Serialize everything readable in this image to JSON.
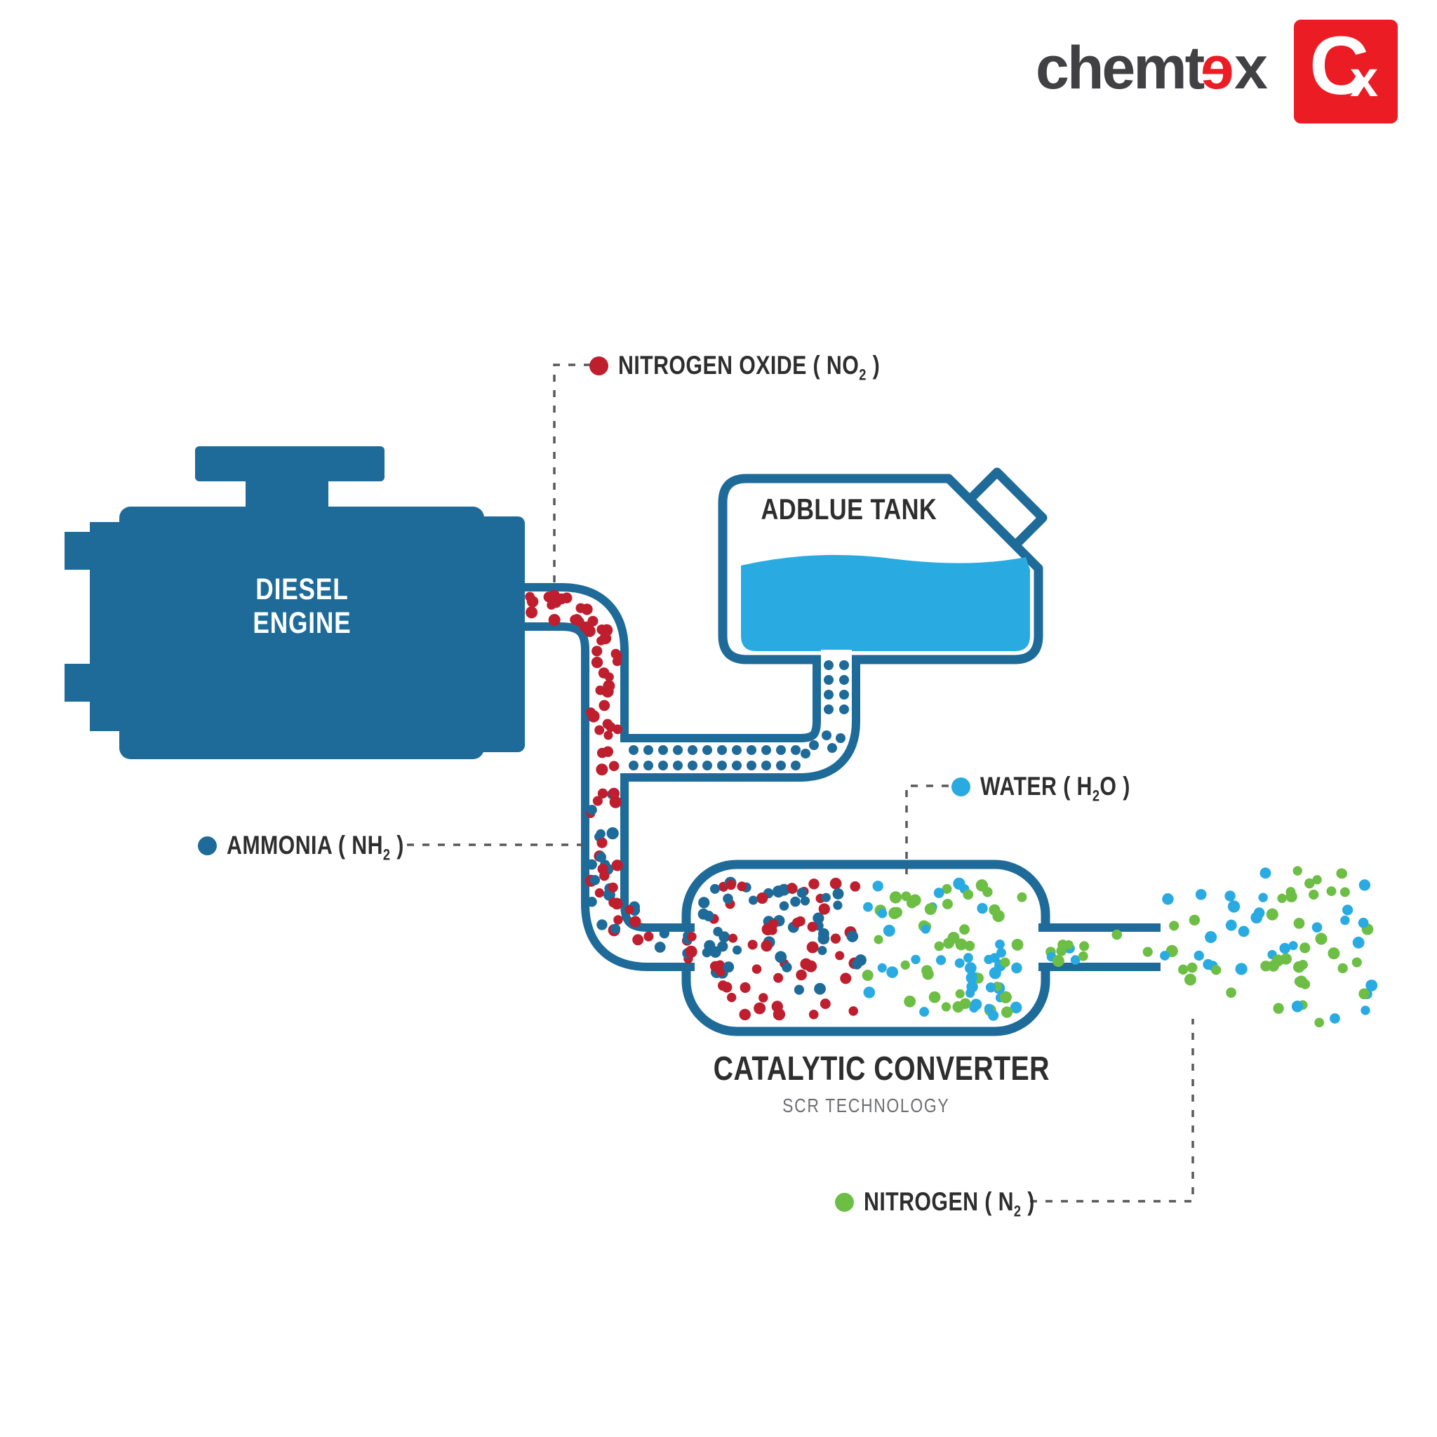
{
  "palette": {
    "engine_blue": "#1e6b99",
    "light_blue": "#29abe2",
    "red": "#be1e2d",
    "green": "#6dbe45",
    "text_dark": "#2e2e2e",
    "logo_red": "#ec1c24"
  },
  "brand": {
    "wordmark_pre": "chemt",
    "wordmark_accent": "e",
    "wordmark_post": "x",
    "monogram_main": "C",
    "monogram_sub": "x"
  },
  "engine": {
    "label_line1": "DIESEL",
    "label_line2": "ENGINE"
  },
  "tank": {
    "label": "ADBLUE TANK"
  },
  "converter": {
    "label": "CATALYTIC CONVERTER",
    "sublabel": "SCR TECHNOLOGY"
  },
  "legend": {
    "nitrogen_oxide": {
      "pre": "NITROGEN OXIDE ( NO",
      "sub": "2",
      "post": " )",
      "color": "#be1e2d"
    },
    "ammonia": {
      "pre": "AMMONIA ( NH",
      "sub": "2",
      "post": " )",
      "color": "#1e6b99"
    },
    "water": {
      "pre": "WATER ( H",
      "sub": "2",
      "post": "O )",
      "color": "#29abe2"
    },
    "nitrogen": {
      "pre": "NITROGEN ( N",
      "sub": "2",
      "post": " )",
      "color": "#6dbe45"
    }
  }
}
